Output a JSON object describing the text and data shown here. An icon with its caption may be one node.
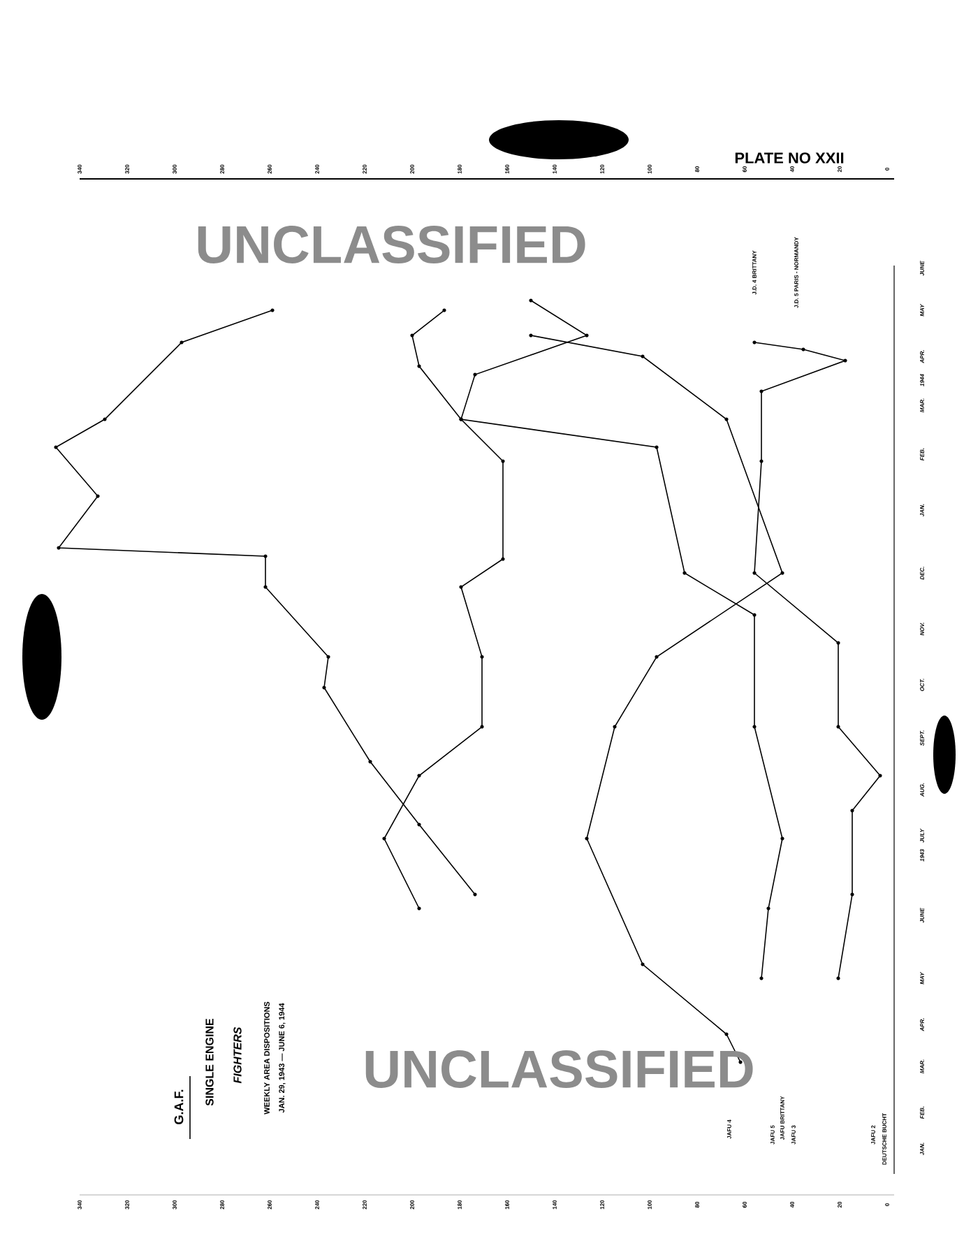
{
  "diagram": {
    "title": "G.A.F.",
    "labels": [
      "PLATE NO XXII",
      "340",
      "320",
      "300",
      "280",
      "260",
      "240",
      "220",
      "200",
      "180",
      "160",
      "140",
      "120",
      "100",
      "80",
      "60",
      "40",
      "20",
      "0",
      "UNCLASSIFIED",
      "J.D. 4 BRITTANY",
      "J.D. 5 PARIS - NORMANDY",
      "JAN.",
      "FEB.",
      "MAR.",
      "APR.",
      "MAY",
      "JUNE",
      "1943",
      "JULY",
      "AUG.",
      "SEPT.",
      "OCT.",
      "NOV.",
      "DEC.",
      "JAN.",
      "FEB.",
      "MAR.",
      "1944",
      "APR.",
      "MAY",
      "JUNE",
      "SINGLE ENGINE",
      "FIGHTERS",
      "WEEKLY AREA DISPOSITIONS",
      "JAN. 29, 1943 — JUNE 6, 1944",
      "UNCLASSIFIED",
      "JAFU 4",
      "JAFU 5",
      "JAFU BRITTANY",
      "JAFU 3",
      "JAFU 2",
      "DEUTSCHE BUCHT",
      "340",
      "320",
      "300",
      "280",
      "260",
      "240",
      "220",
      "200",
      "180",
      "160",
      "140",
      "120",
      "100",
      "80",
      "60",
      "40",
      "20",
      "0"
    ]
  }
}
